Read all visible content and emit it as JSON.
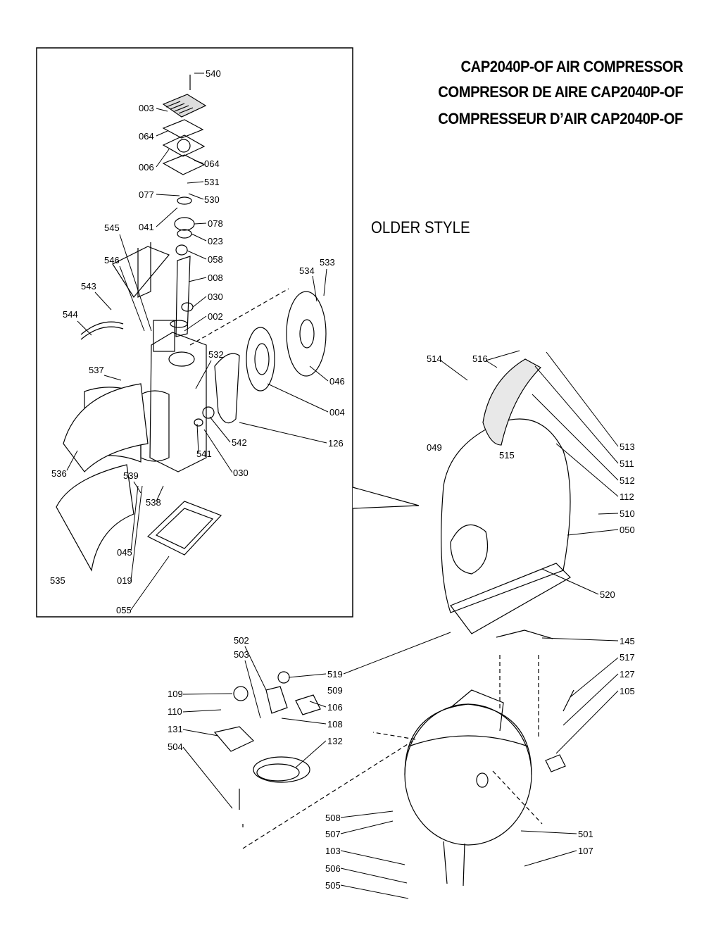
{
  "titles": {
    "line1": "CAP2040P-OF AIR COMPRESSOR",
    "line2": "COMPRESOR DE AIRE CAP2040P-OF",
    "line3": "COMPRESSEUR D’AIR CAP2040P-OF"
  },
  "older_style_label": "OLDER STYLE",
  "parts": [
    {
      "id": "540",
      "label": "540"
    },
    {
      "id": "003",
      "label": "003"
    },
    {
      "id": "064a",
      "label": "064"
    },
    {
      "id": "006",
      "label": "006"
    },
    {
      "id": "064b",
      "label": "064"
    },
    {
      "id": "531",
      "label": "531"
    },
    {
      "id": "077",
      "label": "077"
    },
    {
      "id": "530",
      "label": "530"
    },
    {
      "id": "041",
      "label": "041"
    },
    {
      "id": "078",
      "label": "078"
    },
    {
      "id": "545",
      "label": "545"
    },
    {
      "id": "023",
      "label": "023"
    },
    {
      "id": "058",
      "label": "058"
    },
    {
      "id": "546",
      "label": "546"
    },
    {
      "id": "008",
      "label": "008"
    },
    {
      "id": "534",
      "label": "534"
    },
    {
      "id": "533",
      "label": "533"
    },
    {
      "id": "543",
      "label": "543"
    },
    {
      "id": "030a",
      "label": "030"
    },
    {
      "id": "002",
      "label": "002"
    },
    {
      "id": "544",
      "label": "544"
    },
    {
      "id": "532",
      "label": "532"
    },
    {
      "id": "537",
      "label": "537"
    },
    {
      "id": "046",
      "label": "046"
    },
    {
      "id": "004",
      "label": "004"
    },
    {
      "id": "542",
      "label": "542"
    },
    {
      "id": "126",
      "label": "126"
    },
    {
      "id": "541",
      "label": "541"
    },
    {
      "id": "536",
      "label": "536"
    },
    {
      "id": "539",
      "label": "539"
    },
    {
      "id": "030b",
      "label": "030"
    },
    {
      "id": "538",
      "label": "538"
    },
    {
      "id": "045",
      "label": "045"
    },
    {
      "id": "535",
      "label": "535"
    },
    {
      "id": "019",
      "label": "019"
    },
    {
      "id": "055",
      "label": "055"
    },
    {
      "id": "514",
      "label": "514"
    },
    {
      "id": "516",
      "label": "516"
    },
    {
      "id": "049",
      "label": "049"
    },
    {
      "id": "515",
      "label": "515"
    },
    {
      "id": "513",
      "label": "513"
    },
    {
      "id": "511",
      "label": "511"
    },
    {
      "id": "512",
      "label": "512"
    },
    {
      "id": "112",
      "label": "112"
    },
    {
      "id": "510",
      "label": "510"
    },
    {
      "id": "050",
      "label": "050"
    },
    {
      "id": "520",
      "label": "520"
    },
    {
      "id": "502",
      "label": "502"
    },
    {
      "id": "503",
      "label": "503"
    },
    {
      "id": "519",
      "label": "519"
    },
    {
      "id": "509",
      "label": "509"
    },
    {
      "id": "109",
      "label": "109"
    },
    {
      "id": "106",
      "label": "106"
    },
    {
      "id": "110",
      "label": "110"
    },
    {
      "id": "108",
      "label": "108"
    },
    {
      "id": "131",
      "label": "131"
    },
    {
      "id": "132",
      "label": "132"
    },
    {
      "id": "504",
      "label": "504"
    },
    {
      "id": "145",
      "label": "145"
    },
    {
      "id": "517",
      "label": "517"
    },
    {
      "id": "127",
      "label": "127"
    },
    {
      "id": "105",
      "label": "105"
    },
    {
      "id": "508",
      "label": "508"
    },
    {
      "id": "507",
      "label": "507"
    },
    {
      "id": "501",
      "label": "501"
    },
    {
      "id": "103",
      "label": "103"
    },
    {
      "id": "107",
      "label": "107"
    },
    {
      "id": "506",
      "label": "506"
    },
    {
      "id": "505",
      "label": "505"
    }
  ]
}
